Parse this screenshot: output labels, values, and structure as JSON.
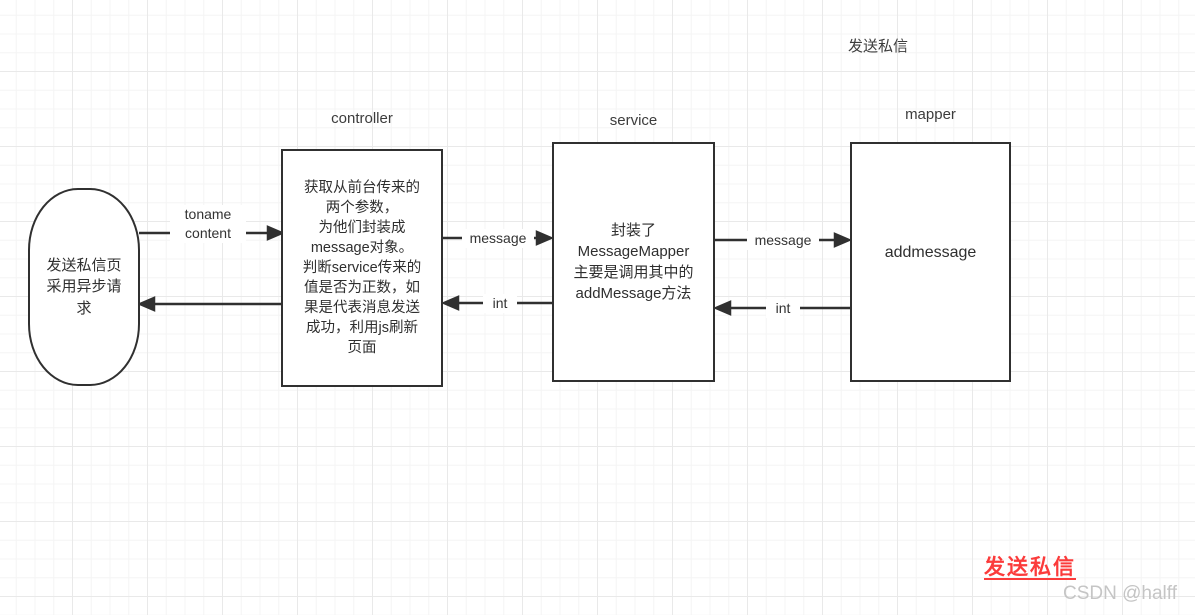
{
  "page": {
    "top_title": "发送私信",
    "nodes": {
      "page": {
        "body": "发送私信页\n采用异步请\n求"
      },
      "controller": {
        "title": "controller",
        "body": "获取从前台传来的\n两个参数，\n为他们封装成\nmessage对象。\n判断service传来的\n值是否为正数，如\n果是代表消息发送\n成功，利用js刷新\n页面"
      },
      "service": {
        "title": "service",
        "body": "封装了\nMessageMapper\n主要是调用其中的\naddMessage方法"
      },
      "mapper": {
        "title": "mapper",
        "body": "addmessage"
      }
    },
    "edge_labels": {
      "page_to_controller": "toname\ncontent",
      "controller_to_service": "message",
      "service_to_controller": "int",
      "service_to_mapper": "message",
      "mapper_to_service": "int"
    },
    "footer": {
      "red_title": "发送私信",
      "watermark": "CSDN @halff"
    },
    "colors": {
      "stroke": "#303030",
      "node_text": "#2f2f2f",
      "red_title": "#fb3b3b",
      "watermark_gray": "#c5c5c5",
      "grid_minor": "#f4f4f4",
      "grid_major": "#e9e9e9"
    }
  }
}
